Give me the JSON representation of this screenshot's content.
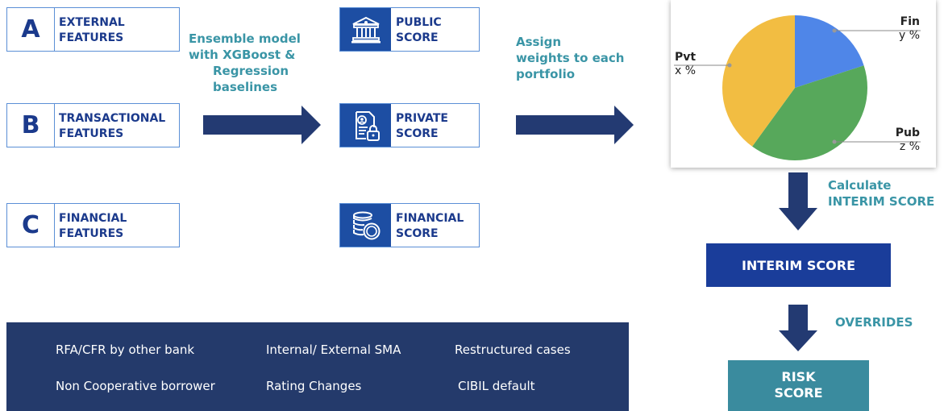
{
  "features": [
    {
      "letter": "A",
      "line1": "EXTERNAL",
      "line2": "FEATURES"
    },
    {
      "letter": "B",
      "line1": "TRANSACTIONAL",
      "line2": "FEATURES"
    },
    {
      "letter": "C",
      "line1": "FINANCIAL",
      "line2": "FEATURES"
    }
  ],
  "model_text": [
    "Ensemble model",
    "with XGBoost &",
    "Regression",
    "baselines"
  ],
  "scores": [
    {
      "icon": "building-icon",
      "line1": "PUBLIC",
      "line2": "SCORE"
    },
    {
      "icon": "document-lock-icon",
      "line1": "PRIVATE",
      "line2": "SCORE"
    },
    {
      "icon": "coins-icon",
      "line1": "FINANCIAL",
      "line2": "SCORE"
    }
  ],
  "assign_text": [
    "Assign",
    "weights to  each",
    "portfolio"
  ],
  "pie": {
    "slices": [
      {
        "name": "Fin",
        "pct": "y %",
        "color": "#4f86e8",
        "value": 0.2
      },
      {
        "name": "Pub",
        "pct": "z %",
        "color": "#57a85b",
        "value": 0.4
      },
      {
        "name": "Pvt",
        "pct": "x %",
        "color": "#f2bd42",
        "value": 0.4
      }
    ]
  },
  "calc_text": [
    "Calculate",
    "INTERIM SCORE"
  ],
  "interim_label": "INTERIM SCORE",
  "overrides_label": "OVERRIDES",
  "risk_label": [
    "RISK",
    "SCORE"
  ],
  "override_items": [
    [
      "RFA/CFR by other bank",
      "Internal/ External SMA",
      "Restructured cases"
    ],
    [
      "Non Cooperative borrower",
      "Rating Changes",
      "CIBIL default"
    ]
  ]
}
